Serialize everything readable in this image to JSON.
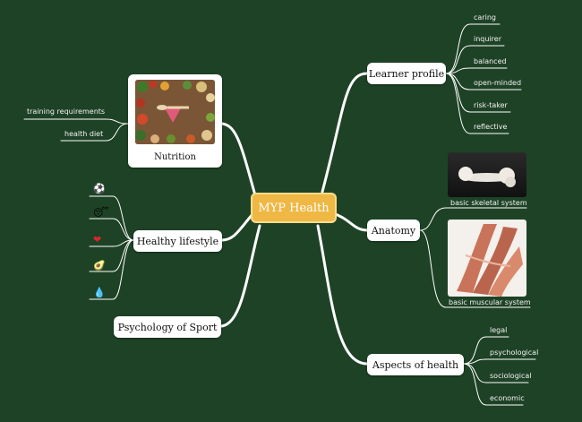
{
  "center": {
    "label": "MYP Health"
  },
  "branches": {
    "learner_profile": {
      "label": "Learner profile",
      "leaves": [
        "caring",
        "inquirer",
        "balanced",
        "open-minded",
        "risk-taker",
        "reflective"
      ]
    },
    "anatomy": {
      "label": "Anatomy",
      "images": [
        {
          "caption": "basic skeletal system",
          "icon": "bone-image"
        },
        {
          "caption": "basic muscular system",
          "icon": "muscle-image"
        }
      ]
    },
    "aspects_of_health": {
      "label": "Aspects of health",
      "leaves": [
        "legal",
        "psychological",
        "sociological",
        "economic"
      ]
    },
    "nutrition": {
      "label": "Nutrition",
      "icon": "food-table-image",
      "leaves": [
        "training requirements",
        "health diet"
      ]
    },
    "healthy_lifestyle": {
      "label": "Healthy lifestyle",
      "emojis": [
        "⚽",
        "😴",
        "❤",
        "🥑",
        "💧"
      ]
    },
    "psychology_of_sport": {
      "label": "Psychology of Sport"
    }
  },
  "colors": {
    "background": "#1e4226",
    "center_fill": "#efb845",
    "center_border": "#f7dd8c",
    "line": "#ffffff"
  }
}
